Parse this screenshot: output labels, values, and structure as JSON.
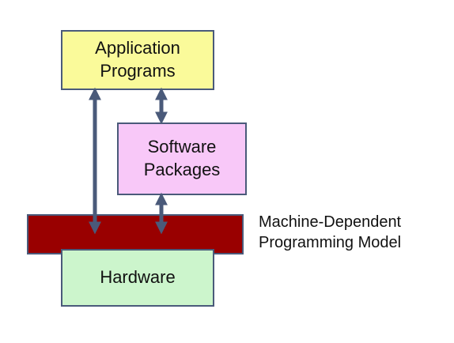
{
  "diagram": {
    "application_box": {
      "line1": "Application",
      "line2": "Programs",
      "fill": "#fafa9a"
    },
    "software_box": {
      "line1": "Software",
      "line2": "Packages",
      "fill": "#f8c8f8"
    },
    "hardware_box": {
      "label": "Hardware",
      "fill": "#ccf5cc"
    },
    "model_bar": {
      "fill": "#990000"
    },
    "model_label": {
      "line1": "Machine-Dependent",
      "line2": "Programming Model"
    },
    "colors": {
      "border": "#4a5a7a",
      "arrow": "#4a5a7a"
    },
    "connections": [
      {
        "from": "application-box",
        "to": "model-bar",
        "direction": "bidirectional"
      },
      {
        "from": "application-box",
        "to": "software-box",
        "direction": "bidirectional"
      },
      {
        "from": "software-box",
        "to": "model-bar",
        "direction": "bidirectional"
      }
    ]
  }
}
